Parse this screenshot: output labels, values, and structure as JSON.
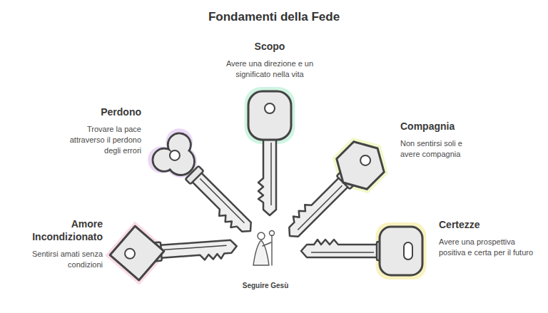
{
  "diagram": {
    "title": "Fondamenti della Fede",
    "nodes": [
      {
        "text": [
          "Scopo",
          "Avere una direzione e un significato nella vita"
        ]
      },
      {
        "text": [
          "Perdono",
          "Trovare la pace attraverso il perdono degli errori"
        ]
      },
      {
        "text": [
          "Compagnia",
          "Non sentirsi soli e avere compagnia"
        ]
      },
      {
        "text": [
          "Amore Incondizionato",
          "Sentirsi amati senza condizioni"
        ]
      },
      {
        "text": [
          "Certezze",
          "Avere una prospettiva positiva e certa per il futuro"
        ]
      }
    ],
    "labels": [
      "Seguire Gesù"
    ]
  }
}
